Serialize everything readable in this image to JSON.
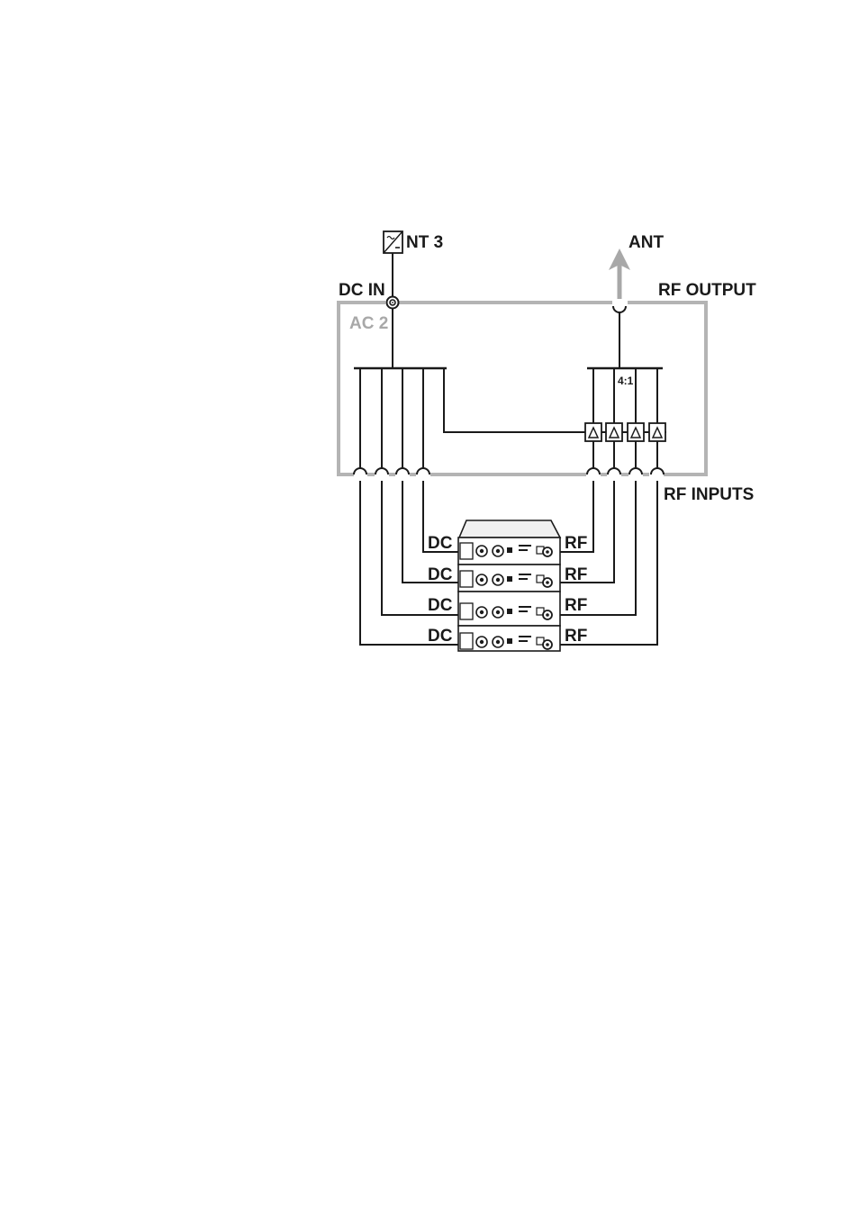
{
  "labels": {
    "nt3": "NT 3",
    "ant": "ANT",
    "dc_in": "DC IN",
    "rf_output": "RF OUTPUT",
    "ac2": "AC 2",
    "ratio": "4:1",
    "rf_inputs": "RF INPUTS"
  },
  "receivers": [
    {
      "dc": "DC",
      "rf": "RF"
    },
    {
      "dc": "DC",
      "rf": "RF"
    },
    {
      "dc": "DC",
      "rf": "RF"
    },
    {
      "dc": "DC",
      "rf": "RF"
    }
  ],
  "colors": {
    "line": "#1a1a1a",
    "housing": "#b4b4b4",
    "antenna_arrow": "#a8a8a8"
  },
  "icons": {
    "power_supply": "power-supply-icon",
    "dc_jack": "dc-jack-icon",
    "antenna": "antenna-arrow-icon",
    "amplifier": "amplifier-triangle-icon",
    "receiver": "receiver-unit-icon"
  }
}
